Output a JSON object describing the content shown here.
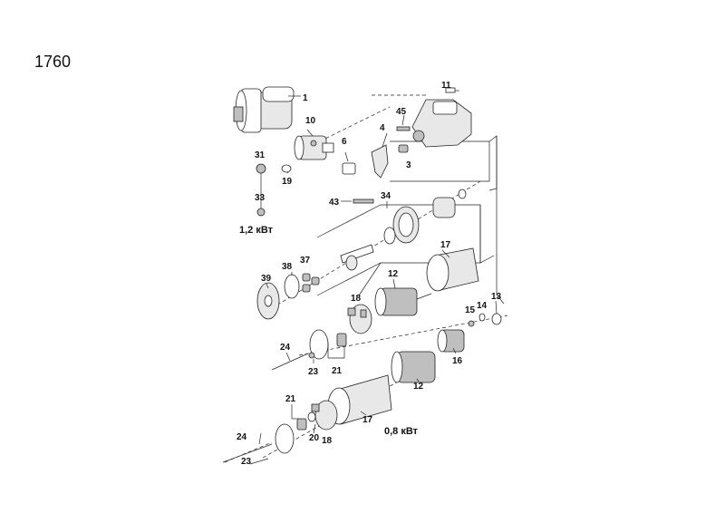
{
  "diagram": {
    "page_number": "1760",
    "variants": {
      "v12": "1,2 кВт",
      "v08": "0,8 кВт"
    },
    "callouts": [
      "1",
      "10",
      "11",
      "45",
      "4",
      "6",
      "3",
      "31",
      "19",
      "33",
      "43",
      "34",
      "17",
      "39",
      "38",
      "37",
      "12",
      "18",
      "13",
      "15",
      "14",
      "24",
      "23",
      "21",
      "16",
      "20"
    ]
  }
}
